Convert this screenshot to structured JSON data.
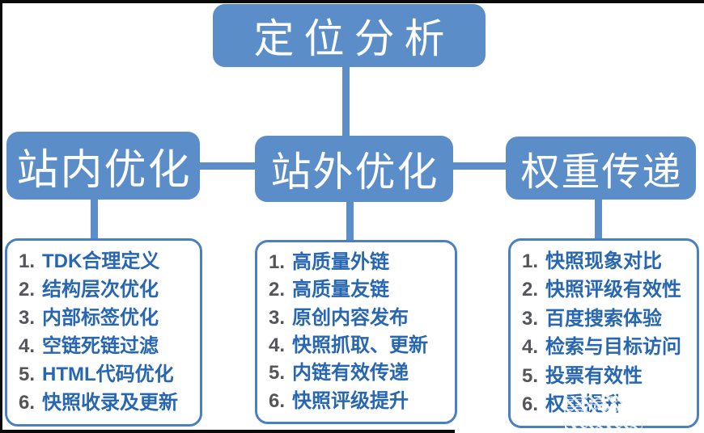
{
  "root": {
    "label": "定位分析"
  },
  "branches": [
    {
      "header": "站内优化",
      "items": [
        {
          "num": "1.",
          "label": "TDK合理定义"
        },
        {
          "num": "2.",
          "label": "结构层次优化"
        },
        {
          "num": "3.",
          "label": "内部标签优化"
        },
        {
          "num": "4.",
          "label": "空链死链过滤"
        },
        {
          "num": "5.",
          "label": "HTML代码优化"
        },
        {
          "num": "6.",
          "label": "快照收录及更新"
        }
      ]
    },
    {
      "header": "站外优化",
      "items": [
        {
          "num": "1.",
          "label": "高质量外链"
        },
        {
          "num": "2.",
          "label": "高质量友链"
        },
        {
          "num": "3.",
          "label": "原创内容发布"
        },
        {
          "num": "4.",
          "label": "快照抓取、更新"
        },
        {
          "num": "5.",
          "label": "内链有效传递"
        },
        {
          "num": "6.",
          "label": "快照评级提升"
        }
      ]
    },
    {
      "header": "权重传递",
      "items": [
        {
          "num": "1.",
          "label": "快照现象对比"
        },
        {
          "num": "2.",
          "label": "快照评级有效性"
        },
        {
          "num": "3.",
          "label": "百度搜索体验"
        },
        {
          "num": "4.",
          "label": "检索与目标访问"
        },
        {
          "num": "5.",
          "label": "投票有效性"
        },
        {
          "num": "6.",
          "label": "权重提升"
        }
      ]
    }
  ],
  "colors": {
    "node_fill": "#5B8EC9",
    "node_text": "#FFFFFF",
    "list_border": "#4A80C2",
    "item_number": "#55565A",
    "item_text": "#2766B1",
    "edge_strip": "#0A0A0A"
  }
}
